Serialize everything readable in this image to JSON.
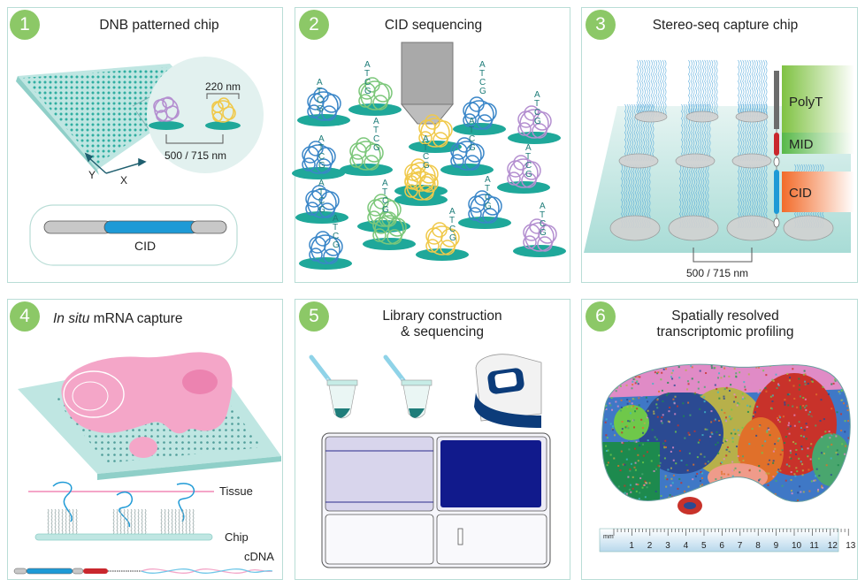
{
  "panels": [
    {
      "num": "1",
      "title": "DNB patterned chip"
    },
    {
      "num": "2",
      "title": "CID sequencing"
    },
    {
      "num": "3",
      "title": "Stereo-seq capture chip"
    },
    {
      "num": "4",
      "title_italic": "In situ",
      "title_rest": " mRNA  capture"
    },
    {
      "num": "5",
      "title_line1": "Library construction",
      "title_line2": "& sequencing"
    },
    {
      "num": "6",
      "title_line1": "Spatially resolved",
      "title_line2": "transcriptomic profiling"
    }
  ],
  "p1": {
    "spacing_label": "220 nm",
    "pitch_label": "500 / 715 nm",
    "axis_y": "Y",
    "axis_x": "X",
    "cid_label": "CID"
  },
  "p2": {
    "seq_letters": [
      "A",
      "T",
      "C",
      "G"
    ]
  },
  "p3": {
    "polyt": "PolyT",
    "mid": "MID",
    "cid": "CID",
    "pitch_label": "500 / 715 nm"
  },
  "p4": {
    "tissue": "Tissue",
    "chip": "Chip",
    "cdna": "cDNA"
  },
  "p6": {
    "ruler_unit": "mm",
    "ruler_numbers": [
      "1",
      "2",
      "3",
      "4",
      "5",
      "6",
      "7",
      "8",
      "9",
      "10",
      "11",
      "12",
      "13"
    ]
  },
  "colors": {
    "badge": "#8cc867",
    "border": "#b9ddd6",
    "teal": "#1fa89a",
    "chip_light": "#bfe6e2",
    "purple": "#b48fd0",
    "yellow": "#f0c94a",
    "green": "#7cc77a",
    "blue": "#3a86c8",
    "polyt": "#7fc242",
    "mid": "#c9272d",
    "cid_bar": "#1e9ad6",
    "cid_box": "#f26b2a",
    "pink": "#f4a6c8"
  }
}
